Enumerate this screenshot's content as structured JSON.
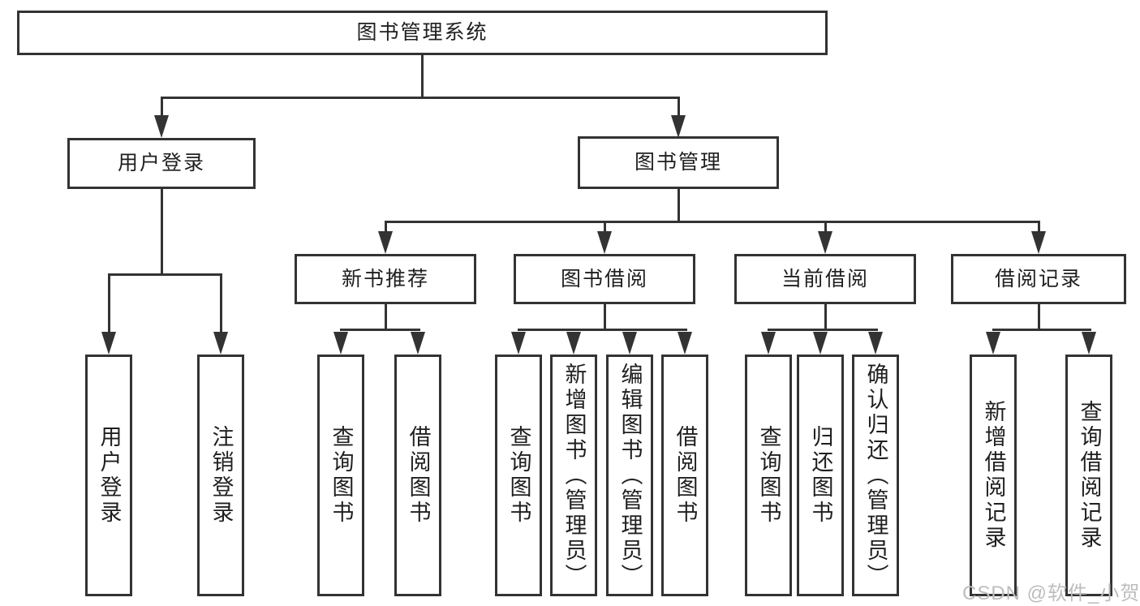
{
  "diagram": {
    "root": "图书管理系统",
    "branches": [
      {
        "label": "用户登录",
        "children": [
          "用户登录",
          "注销登录"
        ]
      },
      {
        "label": "图书管理",
        "children": [
          {
            "label": "新书推荐",
            "children": [
              "查询图书",
              "借阅图书"
            ]
          },
          {
            "label": "图书借阅",
            "children": [
              "查询图书",
              "新增图书（管理员）",
              "编辑图书（管理员）",
              "借阅图书"
            ]
          },
          {
            "label": "当前借阅",
            "children": [
              "查询图书",
              "归还图书",
              "确认归还（管理员）"
            ]
          },
          {
            "label": "借阅记录",
            "children": [
              "新增借阅记录",
              "查询借阅记录"
            ]
          }
        ]
      }
    ]
  },
  "watermark": "CSDN @软件_小贺同学",
  "colors": {
    "line": "#333333",
    "text": "#1f1f1f",
    "watermark": "#bdbdbd",
    "background": "#ffffff"
  }
}
